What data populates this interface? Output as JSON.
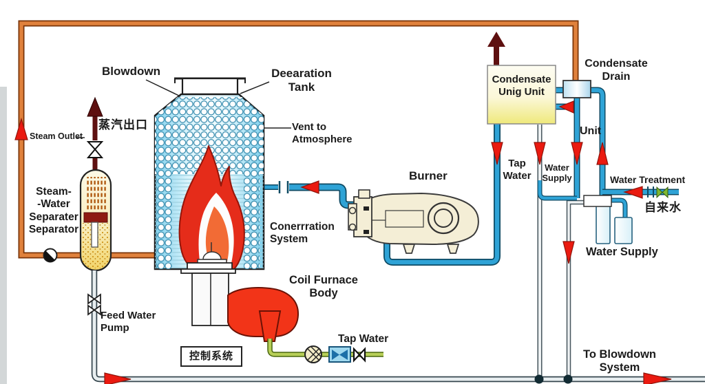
{
  "labels": {
    "blowdown": "Blowdown",
    "deaeration_tank": "Deearation\nTank",
    "vent_to_atmosphere": "Vent to\nAtmosphere",
    "steam_outlet_cn": "蒸汽出口",
    "steam_outlet": "Steam Outlet",
    "separator": "Steam-\n-Water\nSeparater\nSeparator",
    "feed_water_pump": "Feed Water\nPump",
    "concentration_system": "Conerrration\nSystem",
    "coil_furnace_body": "Coil Furnace\nBody",
    "tap_water_green": "Tap Water",
    "control_system_cn": "控制系统",
    "burner": "Burner",
    "condensate_unit": "Condensate\nUnig Unit",
    "condensate_drain": "Condensate\nDrain",
    "unit": "Unit",
    "tap_water": "Tap\nWater",
    "water_supply_pipe": "Water\nSupply",
    "water_treatment": "Water Treatment",
    "tap_water_cn": "自来水",
    "water_supply_tanks": "Water Supply",
    "to_blowdown_system": "To Blowdown\nSystem"
  },
  "colors": {
    "steam_pipe_orange": "#e0813c",
    "water_pipe_blue": "#2fa3d6",
    "condensate_dark_red": "#5e1010",
    "gray_pipe": "#e9eef0",
    "green_pipe": "#b8cf58",
    "flame_red": "#e52c1a",
    "flame_orange": "#f26b35",
    "furnace_red": "#f23418",
    "arrow_red": "#ea1a10",
    "tank_coil_blue": "#bfe7f4",
    "condensate_box_yellow": "#efe97b"
  }
}
